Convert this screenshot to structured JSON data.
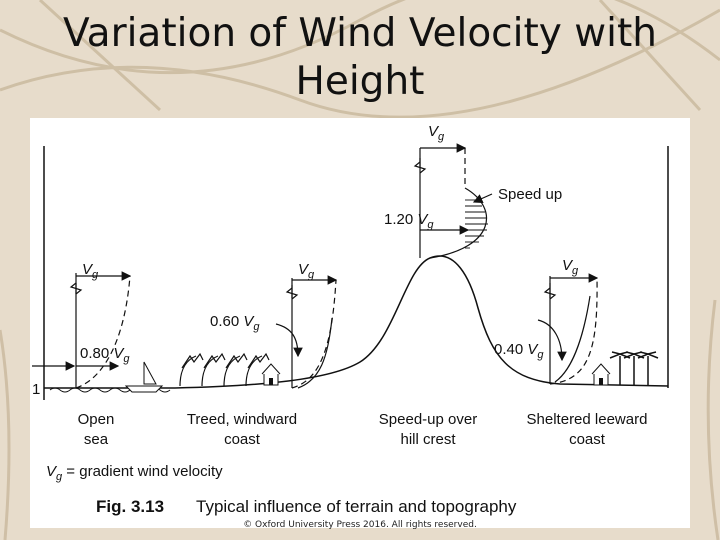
{
  "slide": {
    "title_line1": "Variation of Wind Velocity with",
    "title_line2": "Height",
    "copyright": "© Oxford University Press 2016. All rights reserved."
  },
  "figure": {
    "vg_symbol": "V",
    "vg_subscript": "g",
    "left_one": "1",
    "factors": {
      "open_sea": "0.80",
      "treed": "0.60",
      "crest": "1.20",
      "leeward": "0.40"
    },
    "speed_up": "Speed up",
    "terrain_labels": {
      "open_sea": [
        "Open",
        "sea"
      ],
      "treed": [
        "Treed, windward",
        "coast"
      ],
      "crest": [
        "Speed-up over",
        "hill crest"
      ],
      "leeward": [
        "Sheltered leeward",
        "coast"
      ]
    },
    "legend_rest": " = gradient wind velocity",
    "caption_number": "Fig.  3.13",
    "caption_text": "Typical influence of terrain and topography"
  },
  "colors": {
    "background": "#e7dccb",
    "ink": "#111111",
    "panel": "#ffffff"
  }
}
